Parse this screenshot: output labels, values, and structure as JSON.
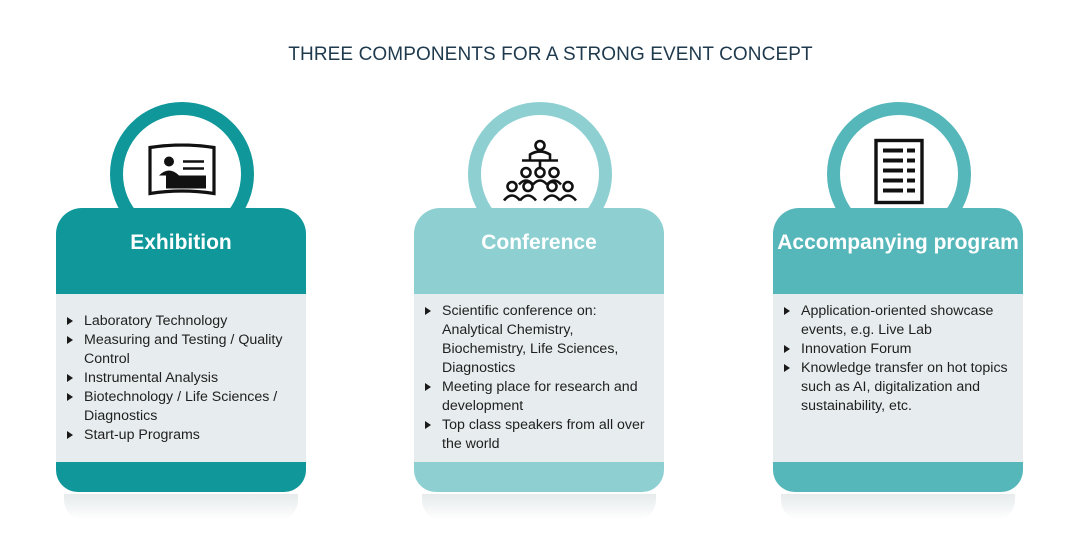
{
  "title": "THREE COMPONENTS FOR A STRONG EVENT CONCEPT",
  "colors": {
    "exhibition": "#0f979a",
    "conference": "#8ed0d2",
    "program": "#56b7ba",
    "body_bg": "#e7ecee",
    "title_text": "#1f3a4d"
  },
  "cards": [
    {
      "heading": "Exhibition",
      "icon": "presentation-screen-icon",
      "items": [
        "Laboratory Technology",
        "Measuring and Testing / Quality Control",
        "Instrumental Analysis",
        "Biotechnology / Life Sciences / Diagnostics",
        "Start-up Programs"
      ]
    },
    {
      "heading": "Conference",
      "icon": "audience-podium-icon",
      "items": [
        "Scientific conference on: Analytical Chemistry, Biochemistry, Life Sciences, Diagnostics",
        "Meeting place for research and development",
        "Top class speakers from all over the world"
      ]
    },
    {
      "heading": "Accompanying program",
      "icon": "program-list-icon",
      "items": [
        "Application-oriented showcase events, e.g. Live Lab",
        "Innovation Forum",
        "Knowledge transfer on hot topics such as AI, digitalization and sustainability, etc."
      ]
    }
  ]
}
